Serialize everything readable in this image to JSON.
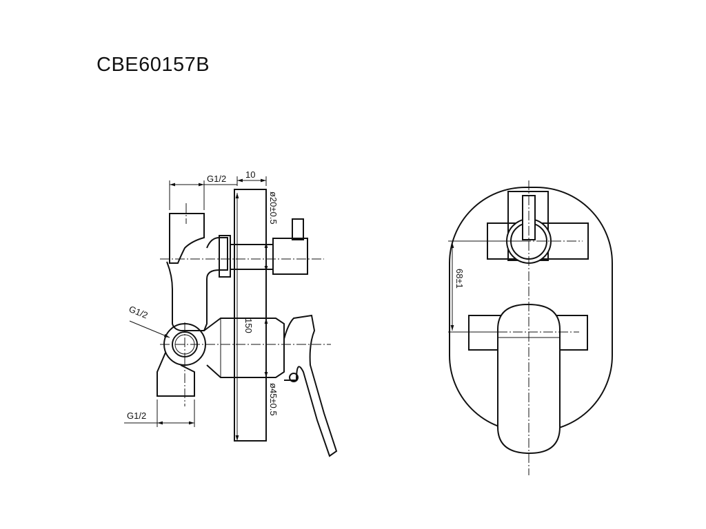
{
  "title": "CBE60157B",
  "dimensions": {
    "g_top": "G1/2",
    "ten": "10",
    "d20": "ø20±0.5",
    "g_mid": "G1/2",
    "h150": "150",
    "d45": "ø45±0.5",
    "g_bot": "G1/2",
    "h68": "68±1"
  }
}
